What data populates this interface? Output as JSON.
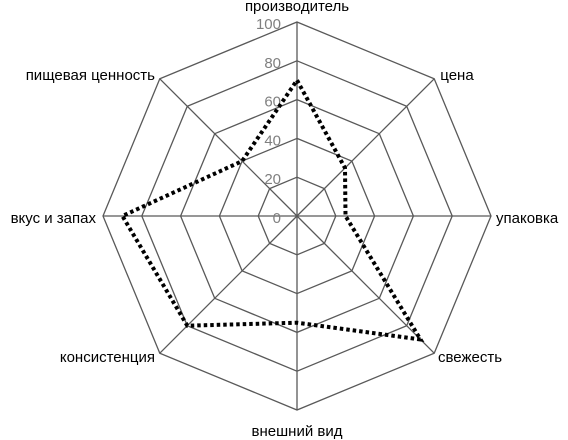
{
  "chart_data": {
    "type": "radar",
    "categories": [
      "производитель",
      "цена",
      "упаковка",
      "свежесть",
      "внешний вид",
      "консистенция",
      "вкус и запах",
      "пищевая ценность"
    ],
    "series": [
      {
        "values": [
          70,
          35,
          25,
          90,
          55,
          80,
          90,
          40
        ]
      }
    ],
    "rlim": [
      0,
      100
    ],
    "ticks": [
      0,
      20,
      40,
      60,
      80,
      100
    ],
    "grid": true,
    "colors": {
      "series": "#000000",
      "grid": "#595959",
      "tick_label": "#7f7f7f",
      "category_label": "#000000"
    }
  }
}
